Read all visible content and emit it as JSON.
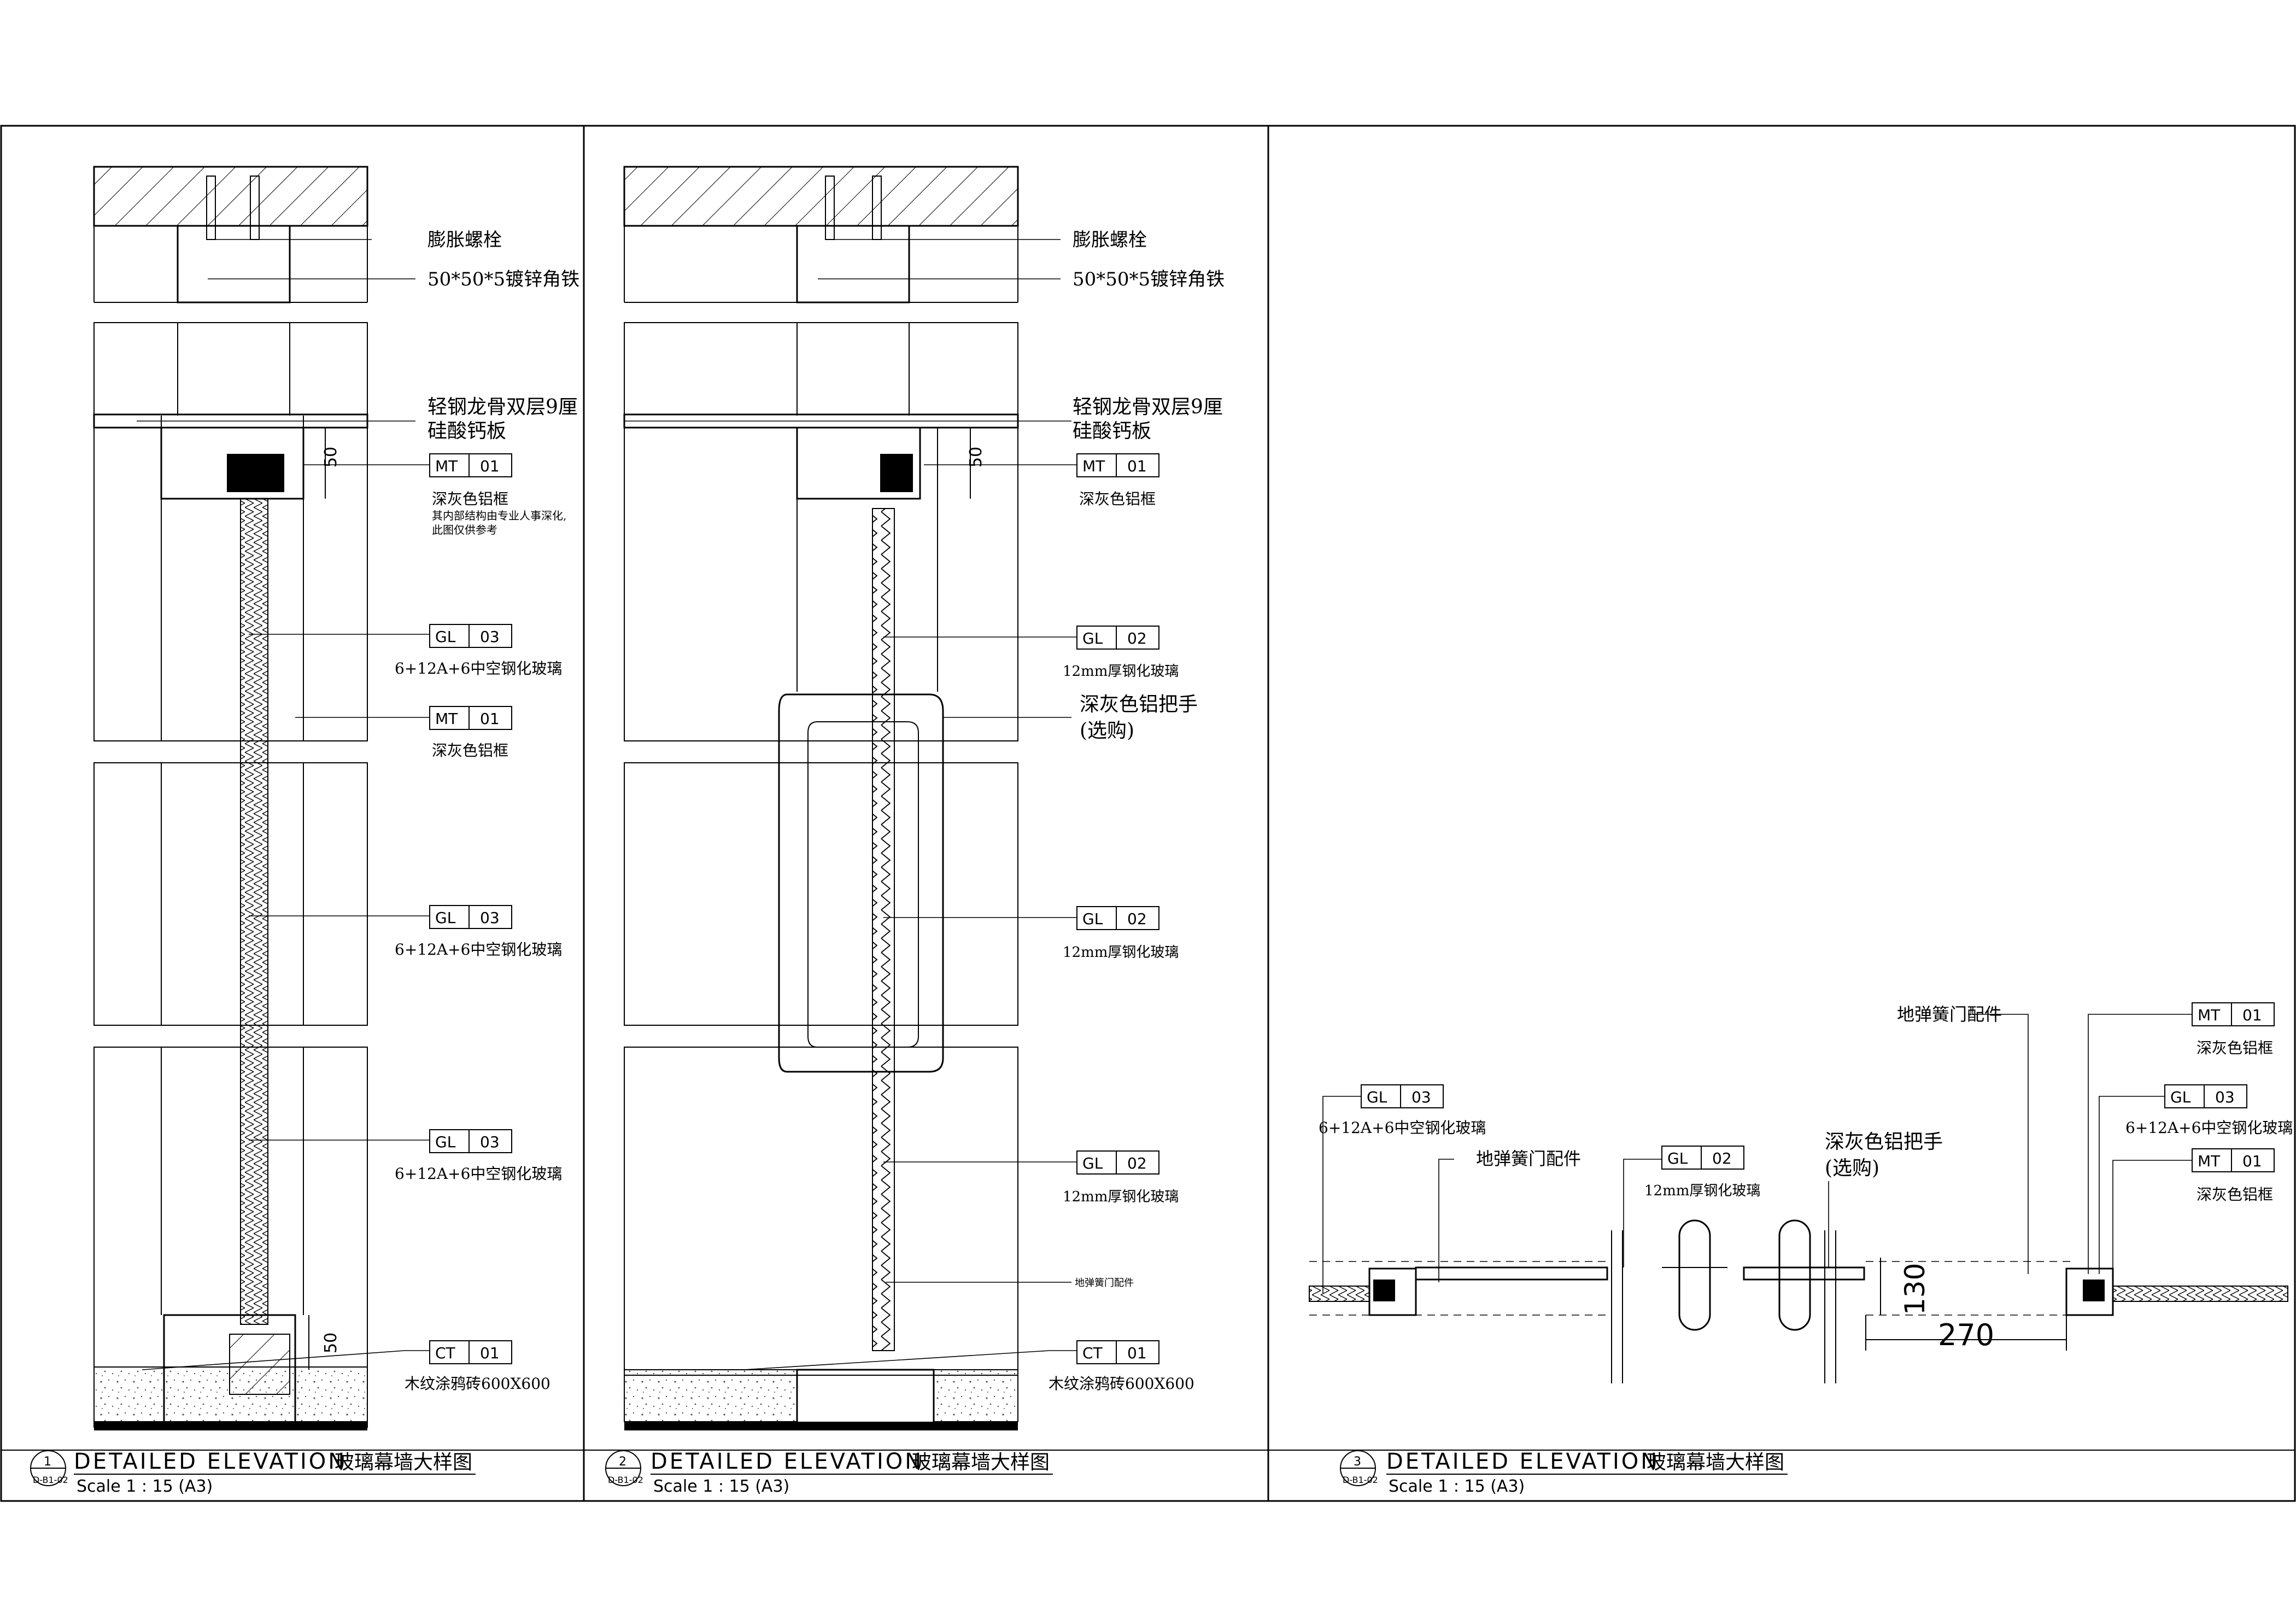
{
  "sheet": {
    "panels": [
      {
        "number": "1",
        "sheet_ref": "D-B1-02",
        "title_en": "DETAILED ELEVATION",
        "title_cn": "玻璃幕墙大样图",
        "scale": "Scale   1 : 15 (A3)",
        "labels": {
          "bolt": "膨胀螺栓",
          "angle": "50*50*5镀锌角铁",
          "keel_1": "轻钢龙骨双层9厘",
          "keel_2": "硅酸钙板",
          "dim_50_top": "50",
          "frame_a": "深灰色铝框",
          "note_1": "其内部结构由专业人事深化,",
          "note_2": "此图仅供参考",
          "glass_1": "6+12A+6中空钢化玻璃",
          "frame_b": "深灰色铝框",
          "glass_2": "6+12A+6中空钢化玻璃",
          "glass_3": "6+12A+6中空钢化玻璃",
          "dim_50_bottom": "50",
          "tile": "木纹涂鸦砖600X600"
        },
        "tags": [
          {
            "code": "MT",
            "num": "01"
          },
          {
            "code": "GL",
            "num": "03"
          },
          {
            "code": "MT",
            "num": "01"
          },
          {
            "code": "GL",
            "num": "03"
          },
          {
            "code": "GL",
            "num": "03"
          },
          {
            "code": "CT",
            "num": "01"
          }
        ]
      },
      {
        "number": "2",
        "sheet_ref": "D-B1-02",
        "title_en": "DETAILED ELEVATION",
        "title_cn": "玻璃幕墙大样图",
        "scale": "Scale   1 : 15 (A3)",
        "labels": {
          "bolt": "膨胀螺栓",
          "angle": "50*50*5镀锌角铁",
          "keel_1": "轻钢龙骨双层9厘",
          "keel_2": "硅酸钙板",
          "dim_50": "50",
          "frame_a": "深灰色铝框",
          "glass_1": "12mm厚钢化玻璃",
          "handle_1": "深灰色铝把手",
          "handle_2": "(选购)",
          "glass_2": "12mm厚钢化玻璃",
          "glass_3": "12mm厚钢化玻璃",
          "floor_spring": "地弹簧门配件",
          "tile": "木纹涂鸦砖600X600"
        },
        "tags": [
          {
            "code": "MT",
            "num": "01"
          },
          {
            "code": "GL",
            "num": "02"
          },
          {
            "code": "GL",
            "num": "02"
          },
          {
            "code": "GL",
            "num": "02"
          },
          {
            "code": "CT",
            "num": "01"
          }
        ]
      },
      {
        "number": "3",
        "sheet_ref": "D-B1-02",
        "title_en": "DETAILED ELEVATION",
        "title_cn": "玻璃幕墙大样图",
        "scale": "Scale   1 : 15 (A3)",
        "labels": {
          "glass_left": "6+12A+6中空钢化玻璃",
          "spring_left": "地弹簧门配件",
          "glass_mid": "12mm厚钢化玻璃",
          "handle_1": "深灰色铝把手",
          "handle_2": "(选购)",
          "spring_top": "地弹簧门配件",
          "frame_top": "深灰色铝框",
          "glass_right": "6+12A+6中空钢化玻璃",
          "frame_right": "深灰色铝框",
          "dim_130": "130",
          "dim_270": "270"
        },
        "tags": [
          {
            "code": "GL",
            "num": "03"
          },
          {
            "code": "GL",
            "num": "02"
          },
          {
            "code": "MT",
            "num": "01"
          },
          {
            "code": "GL",
            "num": "03"
          },
          {
            "code": "MT",
            "num": "01"
          }
        ]
      }
    ]
  }
}
